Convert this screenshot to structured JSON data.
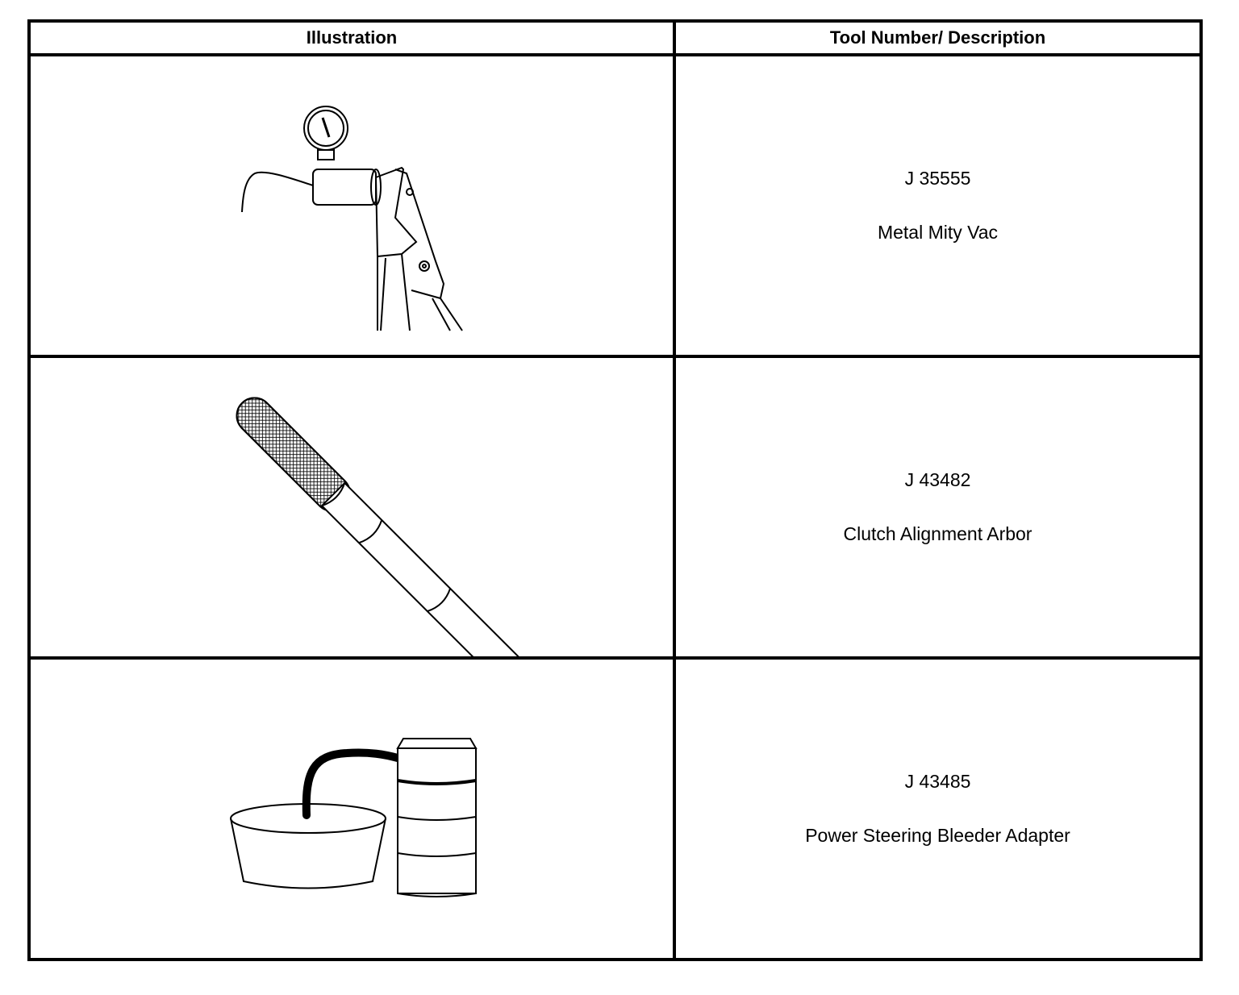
{
  "table": {
    "headers": {
      "illustration": "Illustration",
      "tool": "Tool Number/ Description"
    },
    "rows": [
      {
        "number": "J 35555",
        "description": "Metal Mity Vac",
        "icon": "vacuum-pump-gauge-icon"
      },
      {
        "number": "J 43482",
        "description": "Clutch Alignment Arbor",
        "icon": "alignment-arbor-icon"
      },
      {
        "number": "J 43485",
        "description": "Power Steering Bleeder Adapter",
        "icon": "bleeder-adapter-icon"
      }
    ]
  }
}
